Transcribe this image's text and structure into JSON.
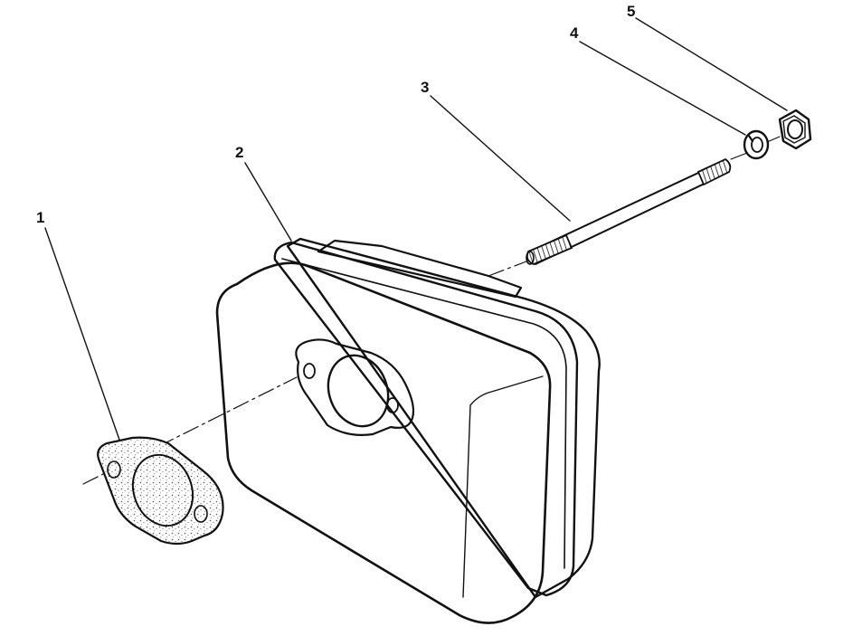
{
  "colors": {
    "ink": "#111111",
    "paper": "#ffffff",
    "gasket_fill": "#e6e6e6"
  },
  "callouts": {
    "gasket": "1",
    "muffler": "2",
    "stud": "3",
    "lock_washer": "4",
    "nut": "5"
  }
}
